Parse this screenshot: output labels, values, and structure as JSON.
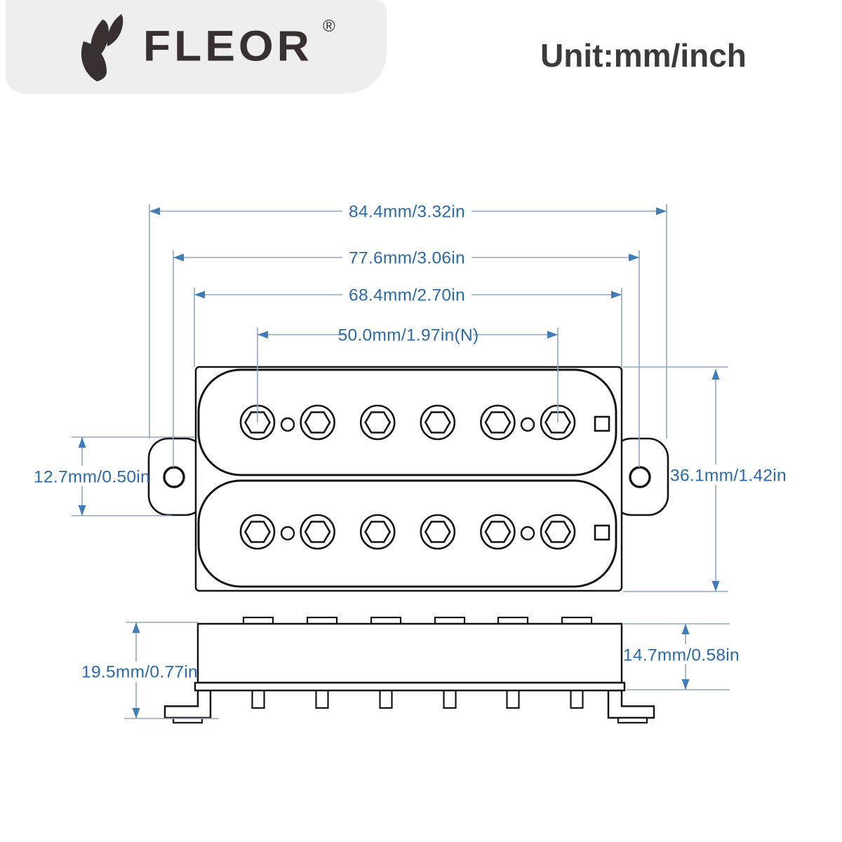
{
  "header": {
    "brand": "FLEOR",
    "registered": "®",
    "unit": "Unit:mm/inch"
  },
  "dimensions": {
    "top_view": {
      "overall_width": "84.4mm/3.32in",
      "mount_hole_spacing": "77.6mm/3.06in",
      "body_width": "68.4mm/2.70in",
      "pole_spacing": "50.0mm/1.97in(N)",
      "ear_height": "12.7mm/0.50in",
      "body_height": "36.1mm/1.42in"
    },
    "side_view": {
      "overall_height": "19.5mm/0.77in",
      "body_height": "14.7mm/0.58in"
    }
  }
}
